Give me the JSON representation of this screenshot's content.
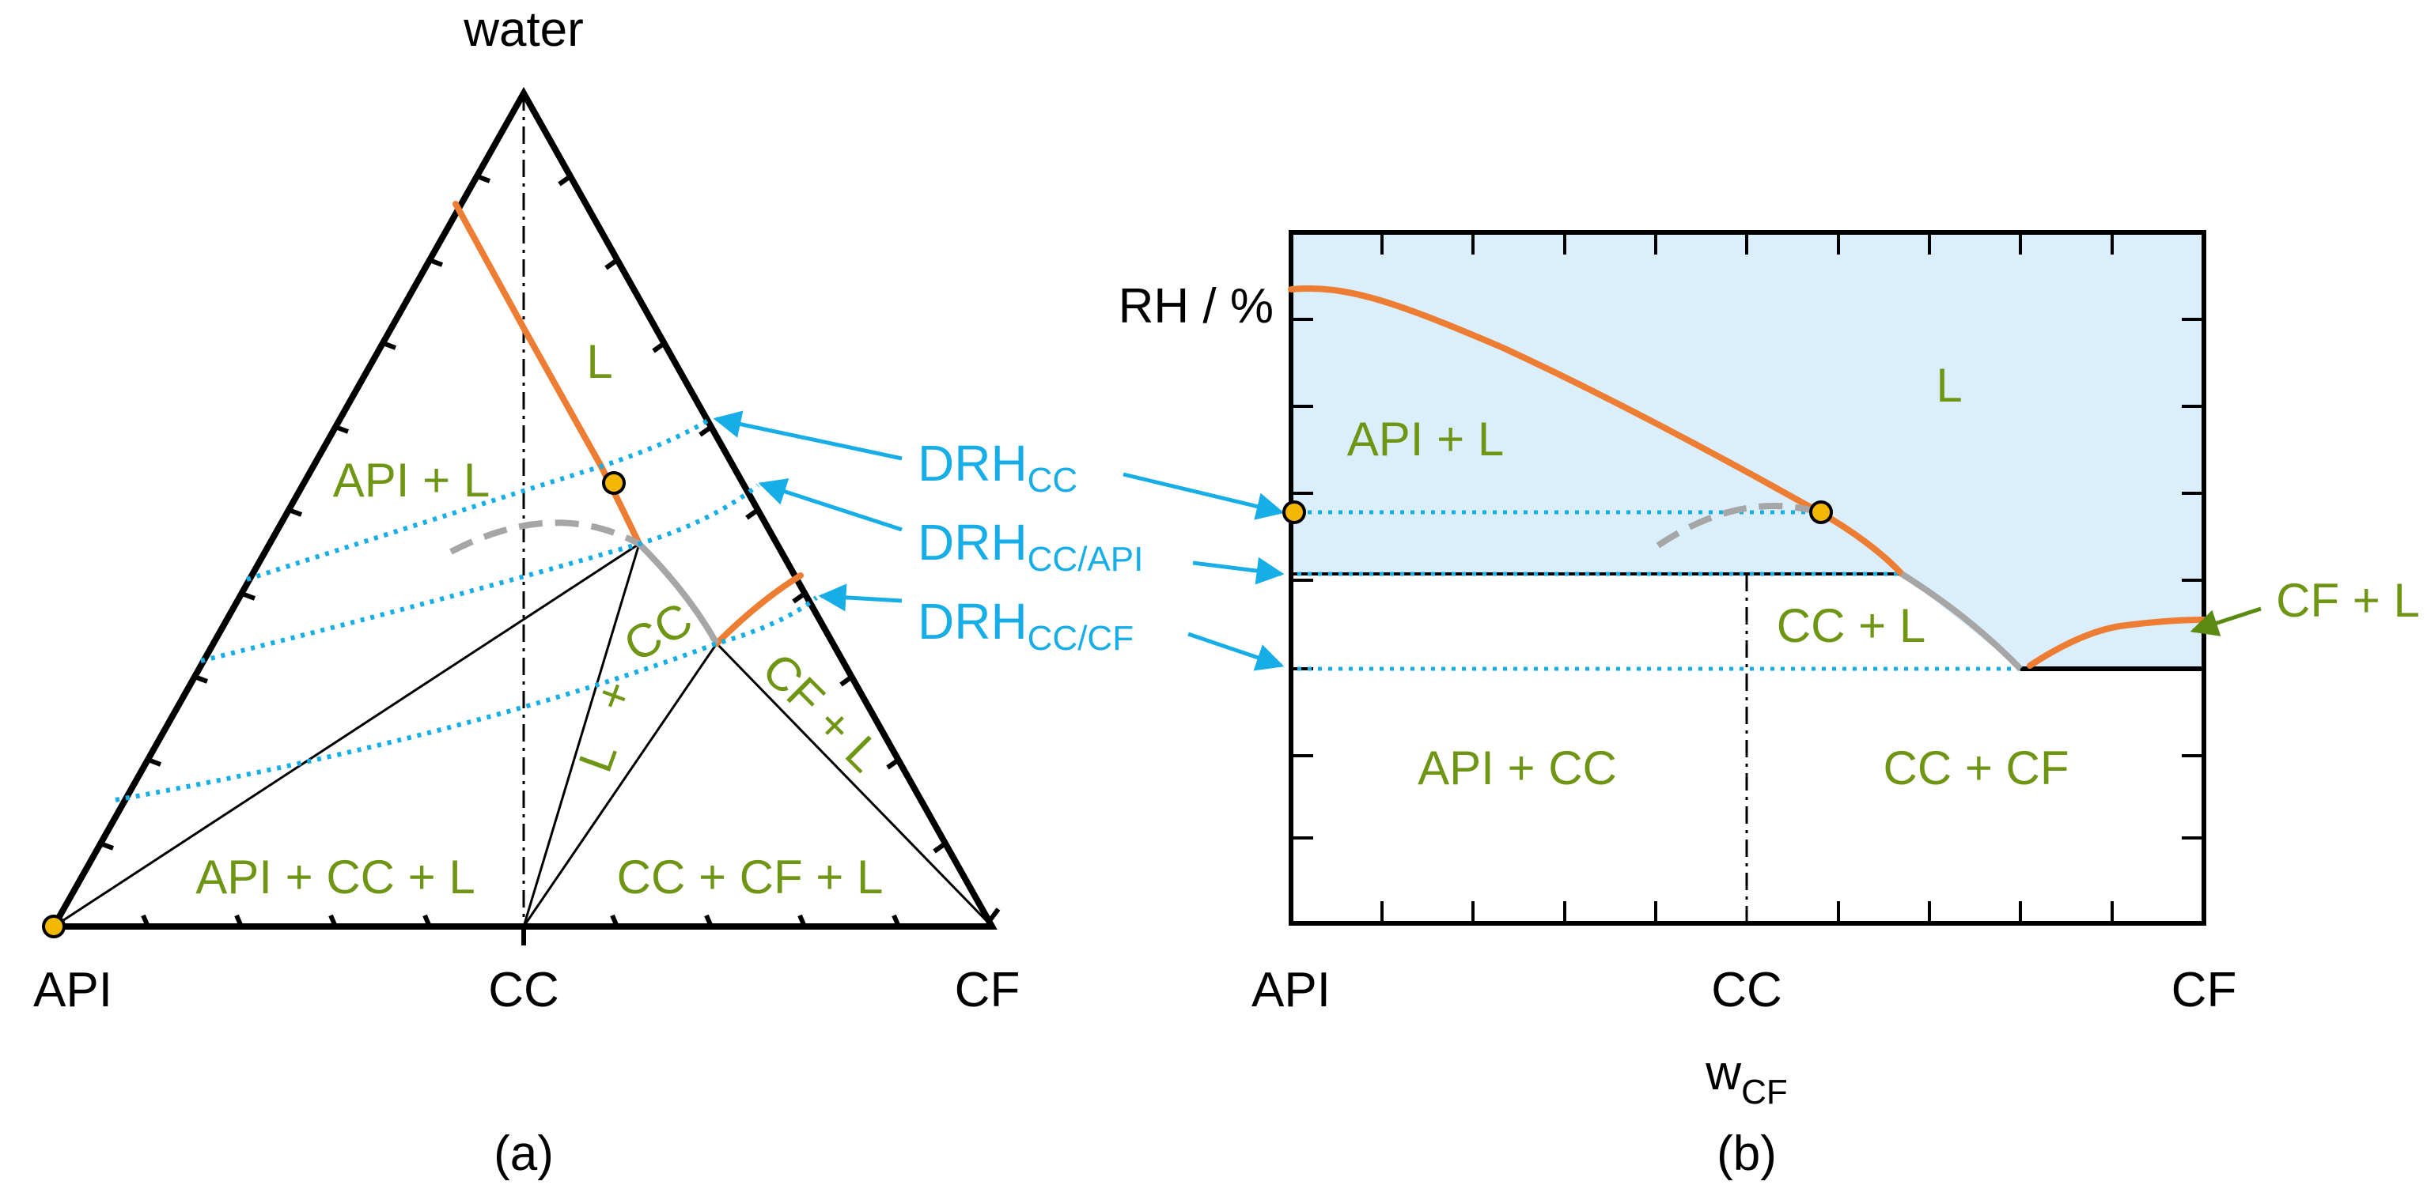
{
  "colors": {
    "liquidus": "#ee7d34",
    "metastable": "#a6a6a6",
    "drh": "#17aee7",
    "region_label": "#6e9614",
    "point_fill": "#f5b800",
    "liquid_fill": "#dbeefb",
    "frame": "#000000"
  },
  "panel_a": {
    "caption": "(a)",
    "vertex_top": "water",
    "vertex_left": "API",
    "vertex_mid": "CC",
    "vertex_right": "CF",
    "regions": {
      "l": "L",
      "api_l": "API + L",
      "cc_l_1": "CC",
      "cc_l_2": "+",
      "cc_l_3": "L",
      "cf_l": "CF + L",
      "api_cc_l": "API + CC + L",
      "cc_cf_l": "CC + CF + L"
    }
  },
  "drh_labels": {
    "cc_main": "DRH",
    "cc_sub": "CC",
    "cc_api_main": "DRH",
    "cc_api_sub": "CC/API",
    "cc_cf_main": "DRH",
    "cc_cf_sub": "CC/CF"
  },
  "panel_b": {
    "caption": "(b)",
    "y_axis_label": "RH / %",
    "x_axis_main": "w",
    "x_axis_sub": "CF",
    "x_ticks": [
      "API",
      "CC",
      "CF"
    ],
    "regions": {
      "l": "L",
      "api_l": "API + L",
      "cc_l": "CC + L",
      "cf_l": "CF + L",
      "api_cc": "API + CC",
      "cc_cf": "CC + CF"
    }
  }
}
